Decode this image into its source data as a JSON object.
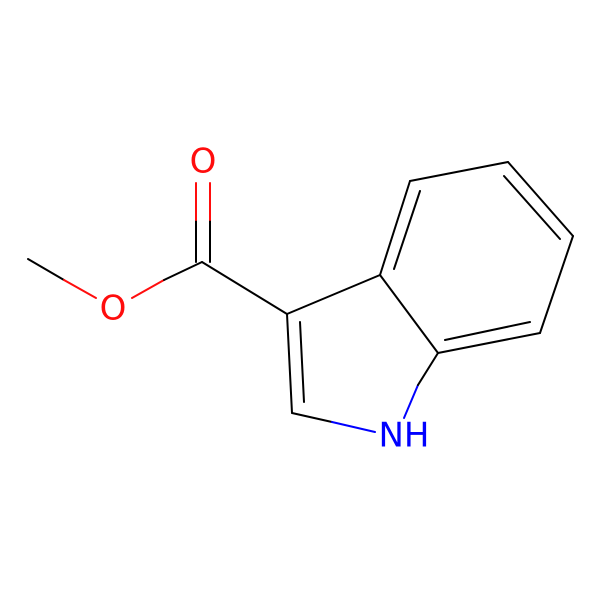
{
  "molecule": {
    "atom_labels": {
      "carbonyl_oxygen": "O",
      "ester_oxygen": "O",
      "ring_nitrogen": "NH"
    },
    "colors": {
      "bond": "#000000",
      "oxygen": "#ff0d0d",
      "nitrogen": "#0000ff",
      "background": "#ffffff"
    }
  }
}
